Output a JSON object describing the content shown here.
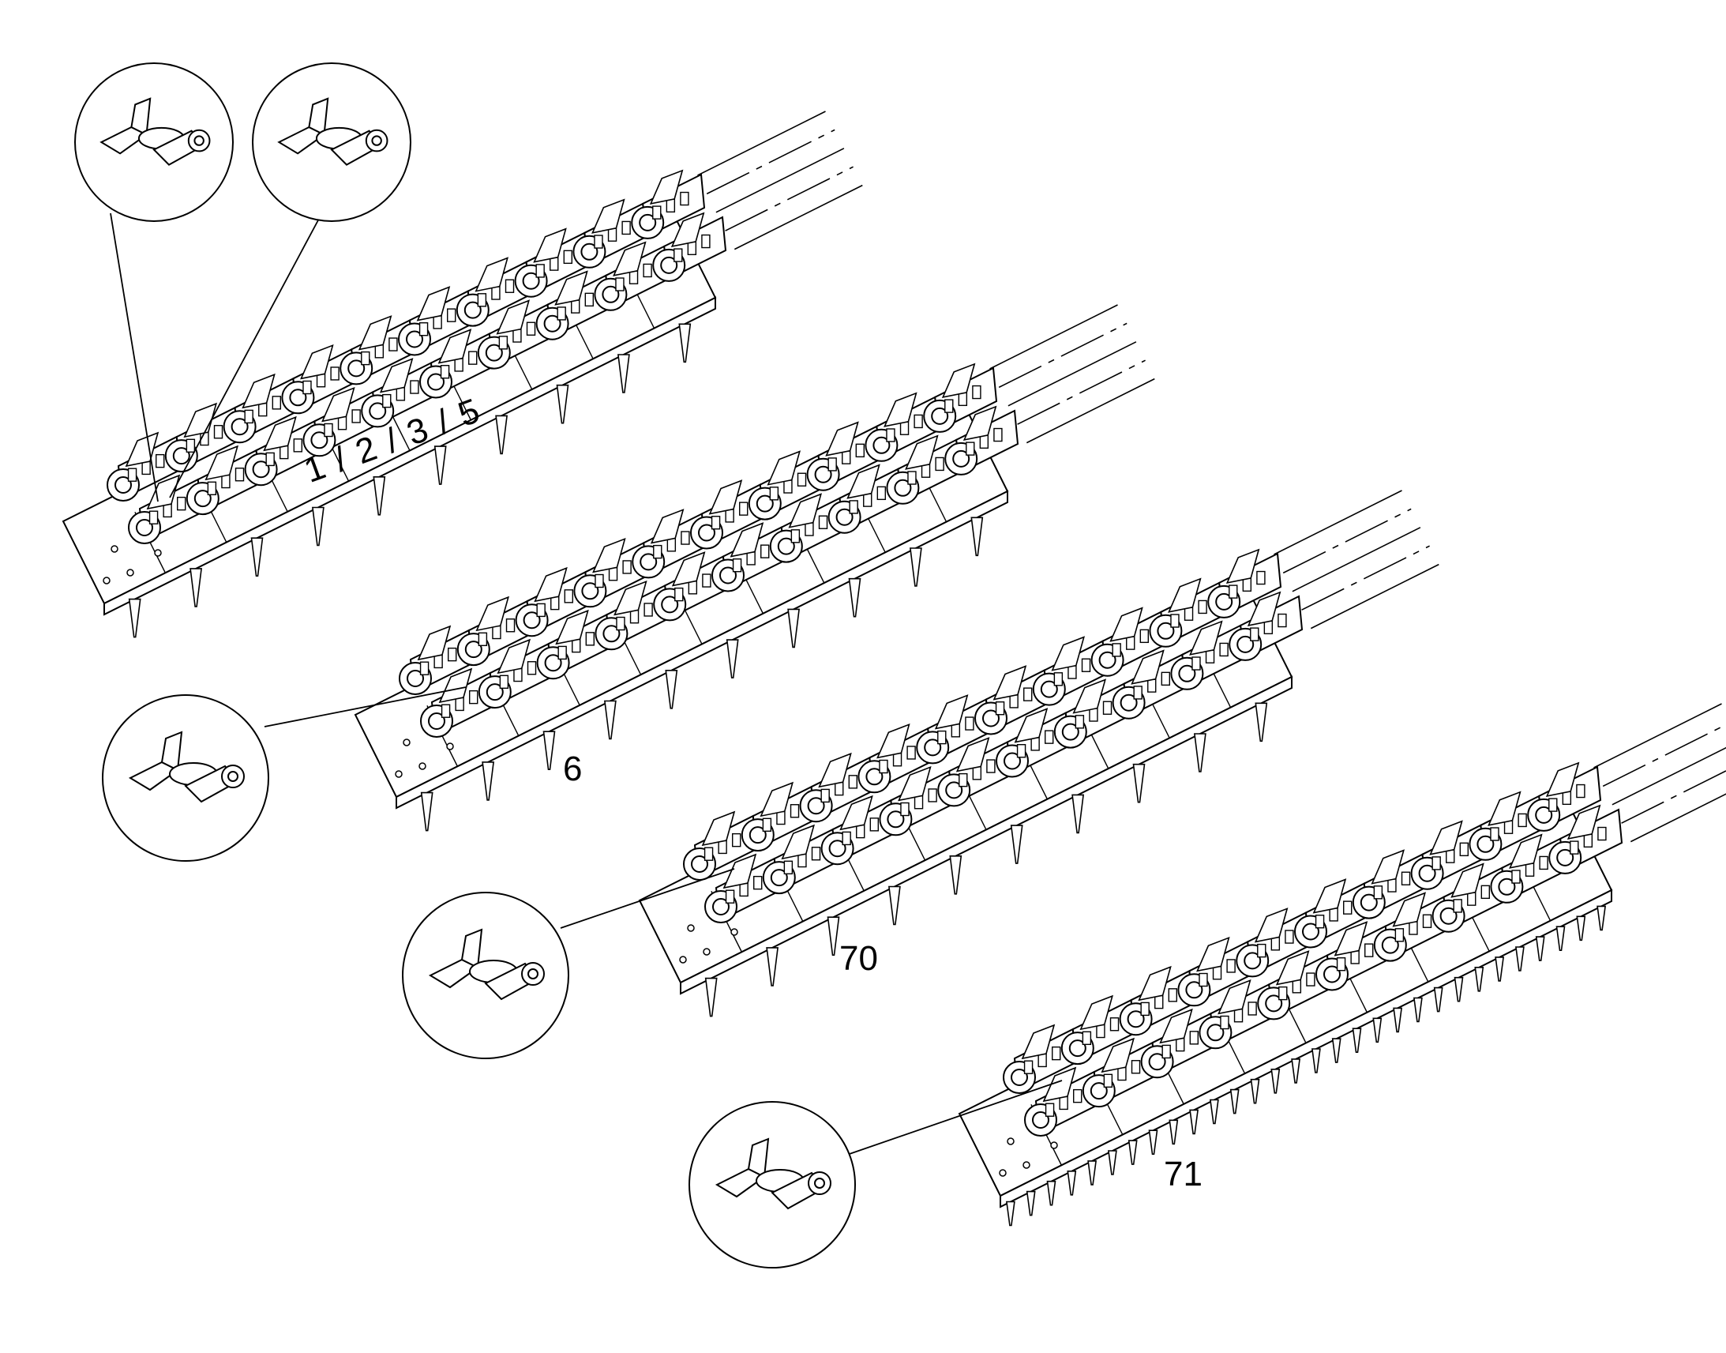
{
  "figure": {
    "labels": [
      {
        "id": "variant-1-2-3-5",
        "text": "1 / 2 / 3 / 5"
      },
      {
        "id": "variant-6",
        "text": "6"
      },
      {
        "id": "variant-70",
        "text": "70"
      },
      {
        "id": "variant-71",
        "text": "71"
      }
    ],
    "ink_color": "#000000",
    "background_color": "#ffffff"
  }
}
